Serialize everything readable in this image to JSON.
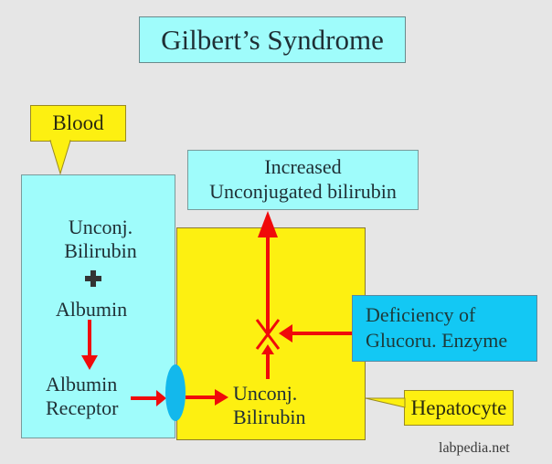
{
  "title": "Gilbert’s Syndrome",
  "blood_label": "Blood",
  "hepatocyte_label": "Hepatocyte",
  "blood_compartment": {
    "unconj_bilirubin": [
      "Unconj.",
      "Bilirubin"
    ],
    "plus_icon": "plus-icon",
    "albumin": "Albumin",
    "albumin_receptor": [
      "Albumin",
      "Receptor"
    ]
  },
  "hepatocyte_compartment": {
    "unconj_bilirubin": [
      "Unconj.",
      "Bilirubin"
    ]
  },
  "outcome_box": [
    "Increased",
    "Unconjugated bilirubin"
  ],
  "deficiency_box": [
    "Deficiency of",
    "Glucoru. Enzyme"
  ],
  "watermark": "labpedia.net",
  "colors": {
    "background": "#e6e6e6",
    "cyan": "#9ffcfb",
    "yellow": "#fdf011",
    "blue": "#13c8f4",
    "arrow_red": "#f00a0a",
    "receptor_blue": "#13b8ec"
  }
}
